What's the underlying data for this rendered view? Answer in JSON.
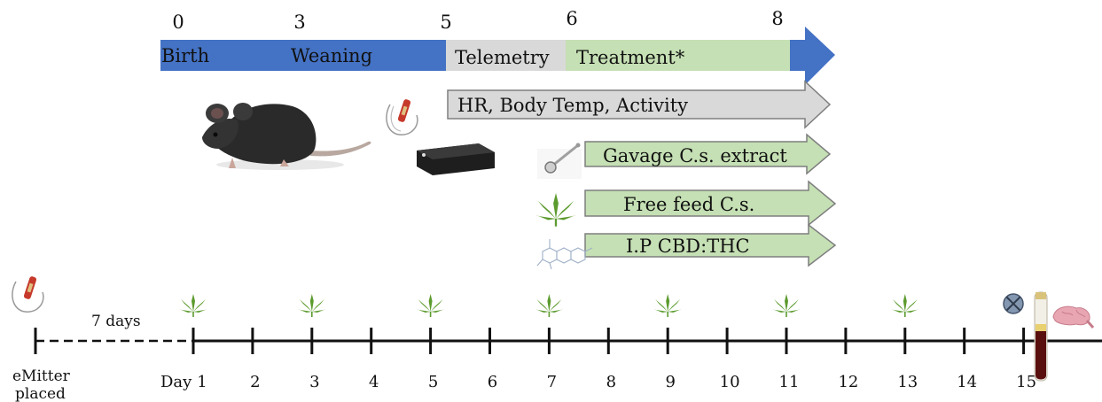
{
  "top_timeline": {
    "week_labels": [
      "0",
      "3",
      "5",
      "6",
      "8"
    ],
    "phases": {
      "birth": "Birth",
      "weaning": "Weaning",
      "telemetry": "Telemetry",
      "treatment": "Treatment*"
    }
  },
  "arrows": {
    "monitoring": "HR, Body Temp, Activity",
    "gavage": "Gavage C.s. extract",
    "free_feed": "Free feed C.s.",
    "ip": "I.P CBD:THC"
  },
  "bottom_timeline": {
    "surgery_label_line1": "eMitter",
    "surgery_label_line2": "placed",
    "recovery_label": "7 days",
    "day_prefix": "Day",
    "days": [
      "1",
      "2",
      "3",
      "4",
      "5",
      "6",
      "7",
      "8",
      "9",
      "10",
      "11",
      "12",
      "13",
      "14",
      "15"
    ],
    "treatment_days": [
      1,
      3,
      5,
      7,
      9,
      11,
      13
    ]
  },
  "colors": {
    "blue": "#4472C4",
    "gray": "#D9D9D9",
    "green": "#C5E0B4",
    "leaf": "#5C9B2E",
    "euthanasia": "#8497B0"
  },
  "icons": [
    "mouse-image",
    "emitter-icon",
    "receiver-icon",
    "gavage-needle-icon",
    "cannabis-leaf-icon",
    "molecule-icon",
    "euthanasia-icon",
    "blood-tube-icon",
    "brain-icon"
  ]
}
